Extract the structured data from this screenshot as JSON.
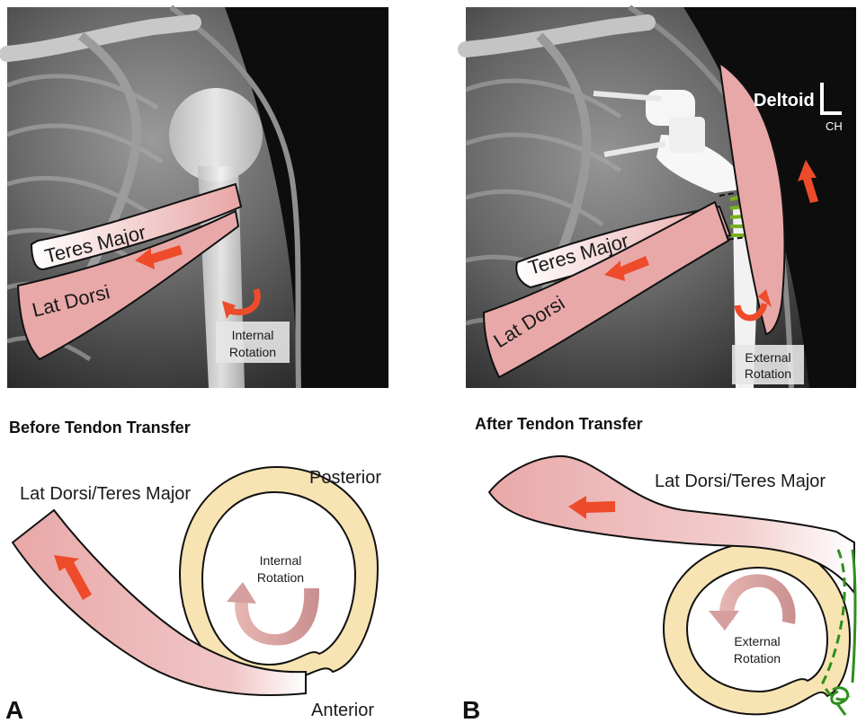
{
  "colors": {
    "muscle_fill": "#e9a8a8",
    "muscle_light": "#f7dede",
    "arrow_red": "#ee4b2b",
    "bone_cortex": "#f8e4b2",
    "suture_green": "#2f8f1f"
  },
  "panel_a": {
    "letter": "A",
    "title": "Before Tendon Transfer",
    "xray": {
      "label_teres": "Teres Major",
      "label_lat": "Lat Dorsi",
      "rotation_line1": "Internal",
      "rotation_line2": "Rotation"
    },
    "diagram": {
      "tendon_label": "Lat Dorsi/Teres Major",
      "posterior": "Posterior",
      "anterior": "Anterior",
      "rotation_line1": "Internal",
      "rotation_line2": "Rotation"
    }
  },
  "panel_b": {
    "letter": "B",
    "title": "After Tendon Transfer",
    "xray": {
      "label_teres": "Teres Major",
      "label_lat": "Lat Dorsi",
      "label_deltoid": "Deltoid",
      "initials": "CH",
      "rotation_line1": "External",
      "rotation_line2": "Rotation"
    },
    "diagram": {
      "tendon_label": "Lat Dorsi/Teres Major",
      "rotation_line1": "External",
      "rotation_line2": "Rotation"
    }
  }
}
